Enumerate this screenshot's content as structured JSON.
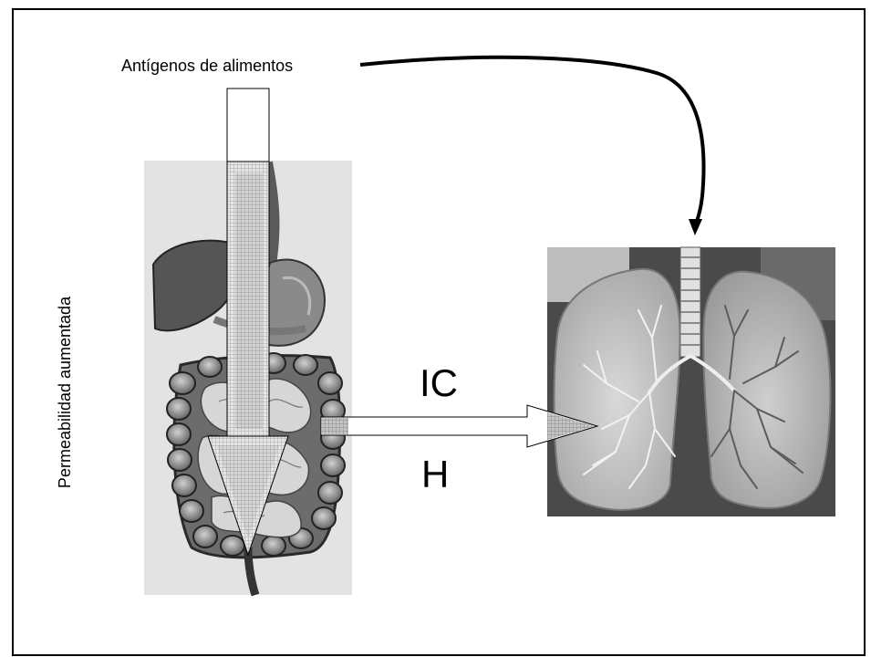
{
  "diagram": {
    "top_label": "Antígenos de alimentos",
    "side_label": "Permeabilidad aumentada",
    "arrow_label_top": "IC",
    "arrow_label_bottom": "H"
  },
  "illustrations": {
    "gut": "digestive-system-illustration",
    "lungs": "lungs-illustration"
  },
  "colors": {
    "frame": "#000000",
    "arrow_fill": "#ffffff",
    "arrow_pattern": "#9a9a9a"
  }
}
